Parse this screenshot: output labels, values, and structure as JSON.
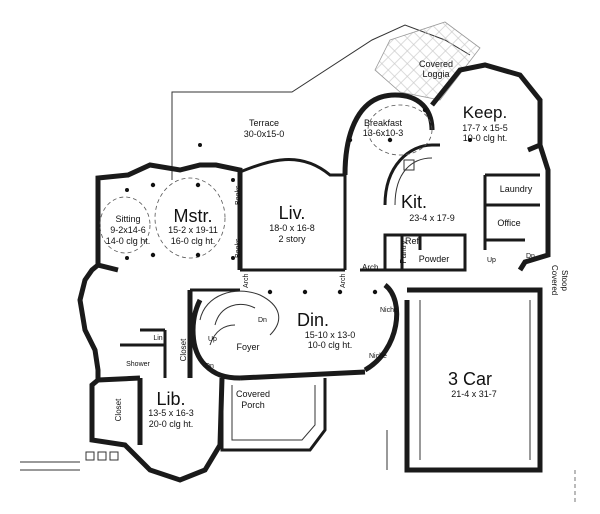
{
  "rooms": {
    "terrace": {
      "name": "Terrace",
      "size": "30-0x15-0"
    },
    "loggia": {
      "line1": "Covered",
      "line2": "Loggia"
    },
    "breakfast": {
      "name": "Breakfast",
      "size": "13-6x10-3"
    },
    "keep": {
      "name": "Keep.",
      "size": "17-7 x 15-5",
      "ceiling": "10-0 clg ht."
    },
    "sitting": {
      "name": "Sitting",
      "size": "9-2x14-6",
      "ceiling": "14-0 clg ht."
    },
    "master": {
      "name": "Mstr.",
      "size": "15-2 x 19-11",
      "ceiling": "16-0 clg ht."
    },
    "living": {
      "name": "Liv.",
      "size": "18-0 x 16-8",
      "ceiling": "2 story"
    },
    "kitchen": {
      "name": "Kit.",
      "size": "23-4 x 17-9"
    },
    "laundry": {
      "name": "Laundry"
    },
    "office": {
      "name": "Office"
    },
    "pantry": {
      "name": "Pantry"
    },
    "refrigerator": {
      "name": "Ref"
    },
    "powder": {
      "name": "Powder"
    },
    "stoop": {
      "line1": "Covered",
      "line2": "Stoop"
    },
    "dining": {
      "name": "Din.",
      "size": "15-10 x 13-0",
      "ceiling": "10-0 clg ht."
    },
    "garage": {
      "name": "3 Car",
      "size": "21-4 x 31-7"
    },
    "foyer": {
      "name": "Foyer"
    },
    "closet_foyer": {
      "name": "Closet"
    },
    "closet_lib": {
      "name": "Closet"
    },
    "library": {
      "name": "Lib.",
      "size": "13-5 x 16-3",
      "ceiling": "20-0 clg ht."
    },
    "porch": {
      "line1": "Covered",
      "line2": "Porch"
    },
    "linen": {
      "name": "Lin"
    },
    "shower": {
      "name": "Shower"
    }
  },
  "labels": {
    "books_top": "Books",
    "books_bottom": "Books",
    "arch_kitchen": "Arch",
    "arch_living": "Arch",
    "arch_foyer": "Arch",
    "niche_top": "Niche",
    "niche_bottom": "Niche",
    "up_stair": "Up",
    "down_stair": "Dn",
    "down_foyer": "Dn",
    "up_garage": "Up",
    "down_garage": "Dn"
  }
}
